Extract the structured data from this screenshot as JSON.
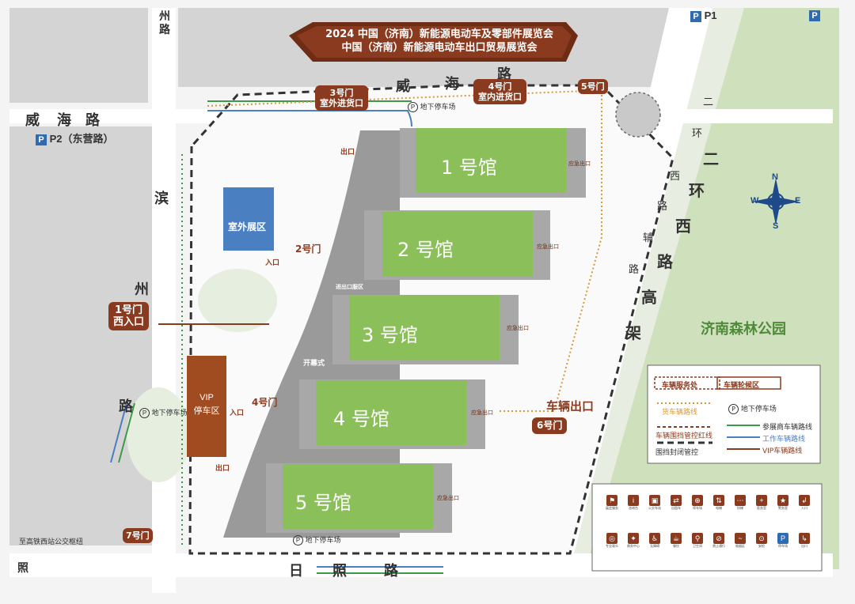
{
  "title": {
    "line1": "2024 中国（济南）新能源电动车及零部件展览会",
    "line2": "中国（济南）新能源电动车出口贸易展览会"
  },
  "parking": {
    "p1": "P1",
    "p2": "P2（东营路）",
    "underground": "地下停车场"
  },
  "roads": {
    "weihai_top": [
      "威",
      "海",
      "路"
    ],
    "weihai_left": [
      "威",
      "海",
      "路"
    ],
    "zhou_top": [
      "州",
      "路"
    ],
    "binzhou": [
      "滨",
      "州",
      "路"
    ],
    "rizhao": [
      "日",
      "照",
      "路"
    ],
    "erhuan": [
      "二",
      "环",
      "西",
      "路",
      "高",
      "架"
    ],
    "fudao": [
      "二",
      "环",
      "西",
      "路",
      "辅",
      "路"
    ],
    "zhao_left": "照",
    "bus_hub": "至高铁西站公交枢纽"
  },
  "gates": {
    "g1": "1号门\n西入口",
    "g2": "2号门",
    "g3": "3号门\n室外进货口",
    "g4": "4号门\n室内进货口",
    "g4b": "4号门",
    "g5": "5号门",
    "g6": "6号门",
    "g7": "7号门"
  },
  "halls": [
    "1 号馆",
    "2 号馆",
    "3 号馆",
    "4 号馆",
    "5 号馆"
  ],
  "zones": {
    "outdoor": "室外展区",
    "vip1": "VIP",
    "vip2": "停车区",
    "forest": "济南森林公园",
    "exit_vehicle": "车辆出口"
  },
  "small_labels": {
    "entrance": "入口",
    "exit": "出口",
    "emergency_exit": "应急出口",
    "opening": "开幕式",
    "in_out": "进出口服区"
  },
  "compass": {
    "n": "N",
    "s": "S",
    "e": "E",
    "w": "W"
  },
  "legend": {
    "service": "车辆服务处",
    "wheel": "车辆轮候区",
    "cargo_route": "货车辆路线",
    "underground": "地下停车场",
    "red_line": "车辆围挡管控红线",
    "closed": "围挡封闭管控",
    "exhibitor_route": "参展商车辆路线",
    "work_route": "工作车辆路线",
    "vip_route": "VIP车辆路线"
  },
  "icon_legend": {
    "row1": [
      "展会服务",
      "咨询台",
      "公交车站",
      "出租车",
      "停车场",
      "电梯",
      "扶梯",
      "医务室",
      "警务室",
      "入口"
    ],
    "row2": [
      "专业观众",
      "商务中心",
      "无障碍",
      "餐饮",
      "卫生间",
      "禁止通行",
      "吸烟区",
      "安检",
      "停车场",
      "出口"
    ]
  },
  "colors": {
    "hall_green": "#8bbf5a",
    "brand_brown": "#8a3b1f",
    "road_gray": "#d9d9d9",
    "forest_green": "#c9dfb4",
    "blue": "#4a7fc1",
    "green_route": "#3d9a4a",
    "orange_route": "#d69a3a"
  }
}
